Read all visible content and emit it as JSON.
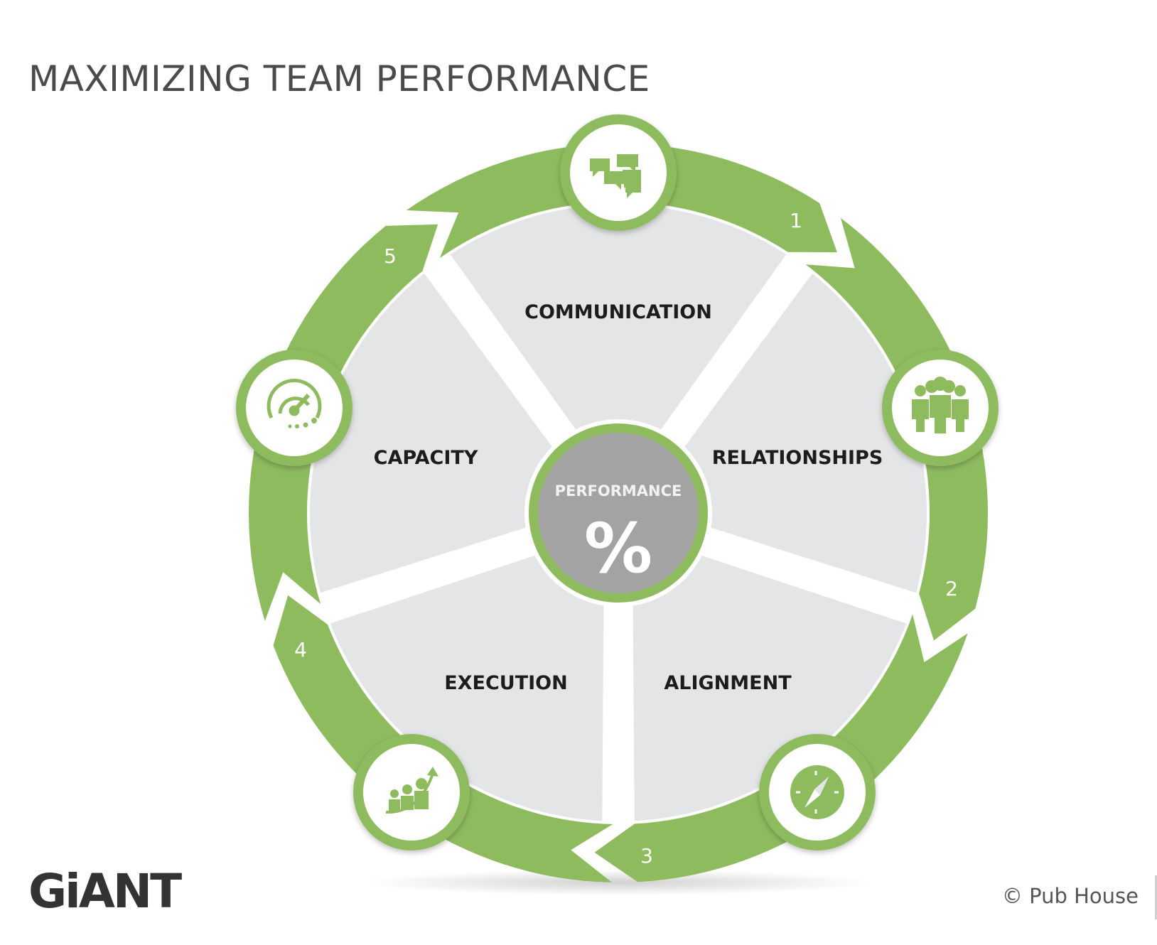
{
  "title": "MAXIMIZING TEAM PERFORMANCE",
  "center": {
    "label": "PERFORMANCE",
    "symbol": "%"
  },
  "segments": [
    {
      "label": "COMMUNICATION",
      "number": "1",
      "icon": "chat-bubbles-icon"
    },
    {
      "label": "RELATIONSHIPS",
      "number": "2",
      "icon": "team-people-icon"
    },
    {
      "label": "ALIGNMENT",
      "number": "3",
      "icon": "compass-icon"
    },
    {
      "label": "EXECUTION",
      "number": "4",
      "icon": "growth-people-icon"
    },
    {
      "label": "CAPACITY",
      "number": "5",
      "icon": "speedometer-icon"
    }
  ],
  "footer": {
    "logo": "GiANT",
    "copyright": "© Pub House"
  },
  "colors": {
    "green": "#8fbb5f",
    "green_dark": "#7aa84d",
    "segment_fill": "#e4e5e7",
    "center_fill": "#a3a3a3",
    "title": "#4a4a4a"
  }
}
